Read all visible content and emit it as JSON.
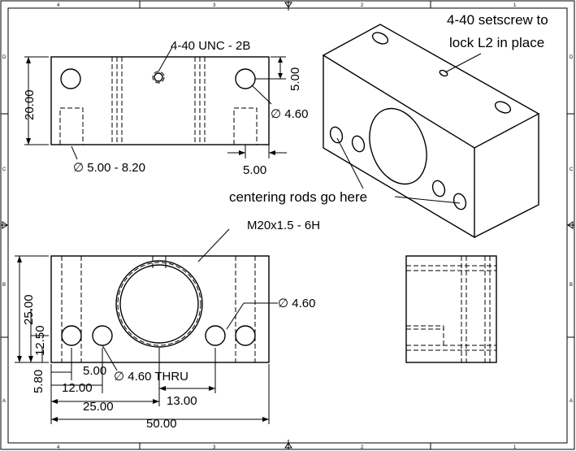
{
  "zones": {
    "top": [
      "4",
      "3",
      "2",
      "1"
    ],
    "side": [
      "D",
      "C",
      "B",
      "A"
    ]
  },
  "front_view": {
    "thread_note": "4-40 UNC - 2B",
    "dim_height": "20.00",
    "dim_hole_offset": "5.00",
    "hole_dia": "∅ 4.60",
    "cbore_note": "∅ 5.00  -  8.20",
    "dim_edge": "5.00"
  },
  "top_view": {
    "thread_note": "M20x1.5 - 6H",
    "dim_height": "25.00",
    "dim_mid": "12.50",
    "dim_low": "5.80",
    "hole_dia": "∅ 4.60",
    "thru_note": "∅ 4.60 THRU",
    "dim_5": "5.00",
    "dim_12": "12.00",
    "dim_25": "25.00",
    "dim_13": "13.00",
    "dim_50": "50.00"
  },
  "iso_view": {
    "setscrew_note_1": "4-40 setscrew to",
    "setscrew_note_2": "lock L2 in place",
    "rods_note": "centering rods go here"
  },
  "colors": {
    "ink": "#000000",
    "paper": "#ffffff"
  }
}
